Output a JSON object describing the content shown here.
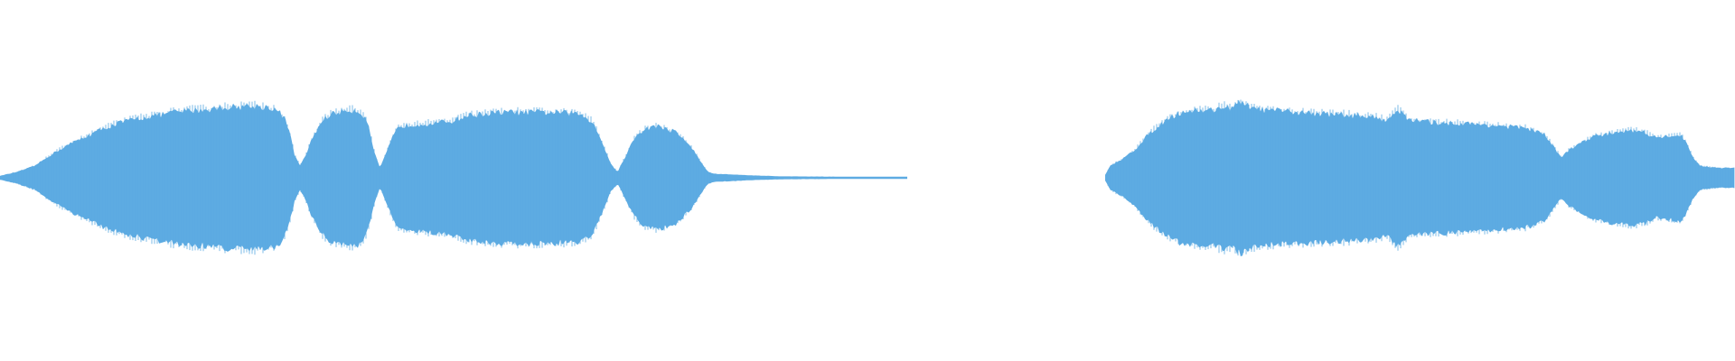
{
  "waveform": {
    "color": "#5dabe2",
    "background": "#ffffff",
    "channels": 1,
    "segments": [
      {
        "envelope": [
          [
            0.0,
            0.02
          ],
          [
            0.01,
            0.06
          ],
          [
            0.02,
            0.12
          ],
          [
            0.03,
            0.24
          ],
          [
            0.04,
            0.34
          ],
          [
            0.05,
            0.42
          ],
          [
            0.06,
            0.5
          ],
          [
            0.07,
            0.56
          ],
          [
            0.08,
            0.6
          ],
          [
            0.09,
            0.63
          ],
          [
            0.1,
            0.66
          ],
          [
            0.11,
            0.68
          ],
          [
            0.12,
            0.69
          ],
          [
            0.13,
            0.71
          ],
          [
            0.14,
            0.72
          ],
          [
            0.15,
            0.72
          ],
          [
            0.155,
            0.71
          ],
          [
            0.16,
            0.68
          ],
          [
            0.164,
            0.6
          ],
          [
            0.167,
            0.45
          ],
          [
            0.17,
            0.22
          ],
          [
            0.173,
            0.12
          ],
          [
            0.176,
            0.22
          ],
          [
            0.18,
            0.4
          ],
          [
            0.185,
            0.56
          ],
          [
            0.19,
            0.64
          ],
          [
            0.2,
            0.68
          ],
          [
            0.206,
            0.68
          ],
          [
            0.21,
            0.62
          ],
          [
            0.213,
            0.48
          ],
          [
            0.216,
            0.24
          ],
          [
            0.219,
            0.1
          ],
          [
            0.222,
            0.22
          ],
          [
            0.226,
            0.4
          ],
          [
            0.23,
            0.52
          ],
          [
            0.24,
            0.54
          ],
          [
            0.25,
            0.55
          ],
          [
            0.26,
            0.57
          ],
          [
            0.27,
            0.63
          ],
          [
            0.29,
            0.66
          ],
          [
            0.32,
            0.66
          ],
          [
            0.335,
            0.64
          ],
          [
            0.342,
            0.56
          ],
          [
            0.348,
            0.32
          ],
          [
            0.352,
            0.14
          ],
          [
            0.356,
            0.06
          ],
          [
            0.36,
            0.2
          ],
          [
            0.365,
            0.38
          ],
          [
            0.372,
            0.5
          ],
          [
            0.38,
            0.52
          ],
          [
            0.39,
            0.46
          ],
          [
            0.398,
            0.32
          ],
          [
            0.404,
            0.16
          ],
          [
            0.408,
            0.06
          ],
          [
            0.412,
            0.04
          ],
          [
            0.42,
            0.035
          ],
          [
            0.432,
            0.025
          ],
          [
            0.45,
            0.015
          ],
          [
            0.48,
            0.012
          ],
          [
            0.5,
            0.01
          ],
          [
            0.512,
            0.006
          ],
          [
            0.523,
            0.003
          ]
        ]
      },
      {
        "envelope": [
          [
            0.637,
            0.03
          ],
          [
            0.64,
            0.12
          ],
          [
            0.648,
            0.2
          ],
          [
            0.655,
            0.3
          ],
          [
            0.662,
            0.44
          ],
          [
            0.67,
            0.56
          ],
          [
            0.68,
            0.66
          ],
          [
            0.69,
            0.68
          ],
          [
            0.7,
            0.68
          ],
          [
            0.705,
            0.72
          ],
          [
            0.71,
            0.7
          ],
          [
            0.715,
            0.76
          ],
          [
            0.72,
            0.72
          ],
          [
            0.73,
            0.68
          ],
          [
            0.75,
            0.66
          ],
          [
            0.77,
            0.64
          ],
          [
            0.79,
            0.62
          ],
          [
            0.8,
            0.58
          ],
          [
            0.805,
            0.7
          ],
          [
            0.812,
            0.58
          ],
          [
            0.825,
            0.56
          ],
          [
            0.84,
            0.55
          ],
          [
            0.86,
            0.53
          ],
          [
            0.88,
            0.5
          ],
          [
            0.89,
            0.44
          ],
          [
            0.896,
            0.3
          ],
          [
            0.9,
            0.2
          ],
          [
            0.904,
            0.28
          ],
          [
            0.912,
            0.36
          ],
          [
            0.92,
            0.42
          ],
          [
            0.93,
            0.46
          ],
          [
            0.94,
            0.48
          ],
          [
            0.948,
            0.46
          ],
          [
            0.955,
            0.4
          ],
          [
            0.962,
            0.42
          ],
          [
            0.968,
            0.44
          ],
          [
            0.972,
            0.36
          ],
          [
            0.976,
            0.2
          ],
          [
            0.98,
            0.12
          ],
          [
            0.99,
            0.1
          ],
          [
            1.0,
            0.1
          ]
        ]
      }
    ]
  }
}
